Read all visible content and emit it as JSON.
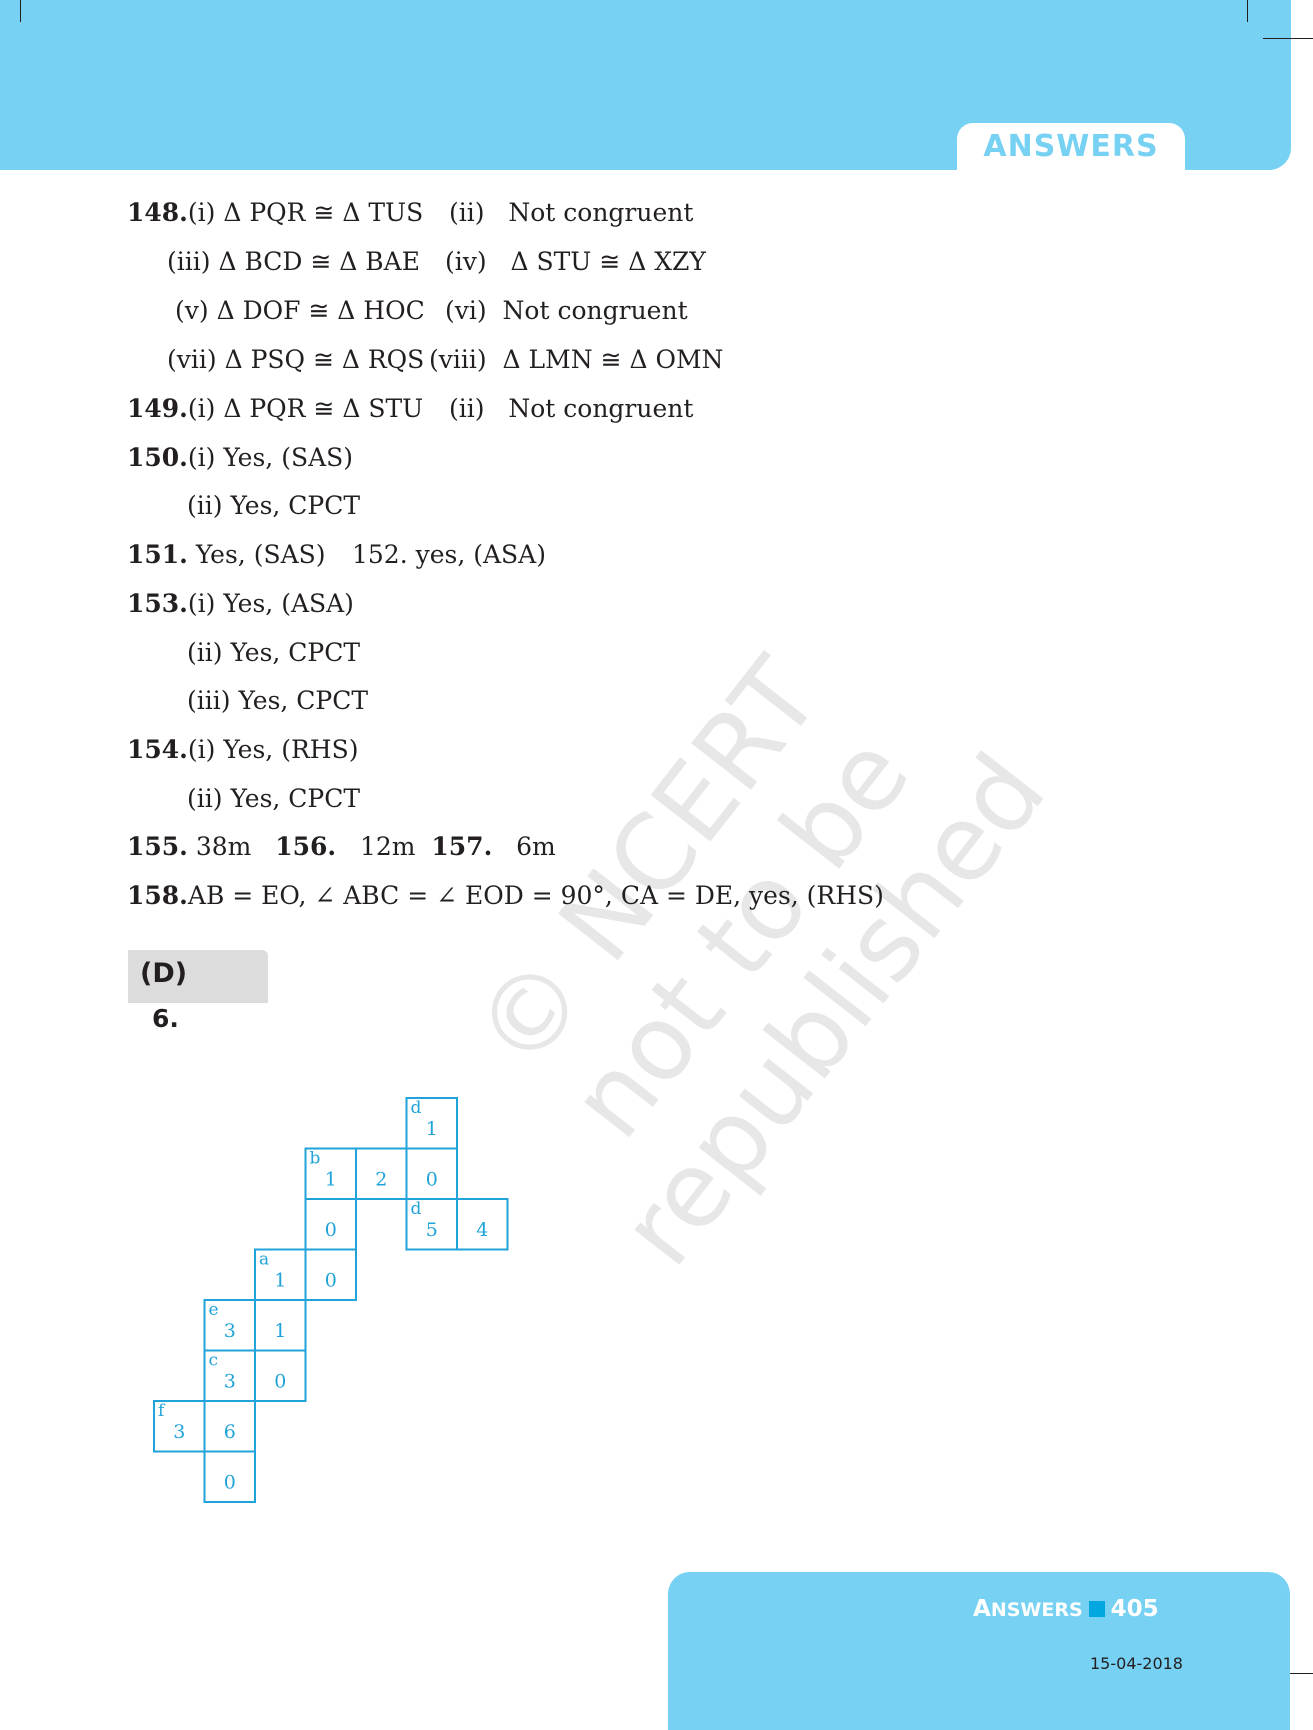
{
  "header": {
    "tab_label": "ANSWERS"
  },
  "answers": {
    "a148": {
      "num": "148.",
      "i": "(i) Δ PQR ≅ Δ TUS",
      "ii_label": "(ii)",
      "ii": "Not congruent",
      "iii": "(iii) Δ BCD ≅ Δ BAE",
      "iv_label": "(iv)",
      "iv": "Δ STU ≅ Δ XZY",
      "v": "(v) Δ DOF ≅ Δ HOC",
      "vi_label": "(vi)",
      "vi": "Not congruent",
      "vii": "(vii) Δ PSQ ≅ Δ RQS",
      "viii_label": "(viii)",
      "viii": "Δ LMN ≅ Δ OMN"
    },
    "a149": {
      "num": "149.",
      "i": "(i) Δ PQR ≅ Δ STU",
      "ii_label": "(ii)",
      "ii": "Not congruent"
    },
    "a150": {
      "num": "150.",
      "i": "(i) Yes,  (SAS)",
      "ii": "(ii) Yes, CPCT"
    },
    "a151": {
      "num": "151.",
      "text": "Yes, (SAS)",
      "extra": "152. yes, (ASA)"
    },
    "a153": {
      "num": "153.",
      "i": "(i) Yes, (ASA)",
      "ii": "(ii) Yes, CPCT",
      "iii": "(iii) Yes, CPCT"
    },
    "a154": {
      "num": "154.",
      "i": "(i) Yes, (RHS)",
      "ii": "(ii) Yes, CPCT"
    },
    "a155": {
      "num": "155.",
      "text": "38m",
      "num2": "156.",
      "text2": "12m",
      "num3": "157.",
      "text3": "6m"
    },
    "a158": {
      "num": "158.",
      "text": "AB = EO,  ∠ ABC = ∠ EOD = 90°, CA = DE, yes, (RHS)"
    }
  },
  "section": {
    "label": "(D)",
    "question": "6."
  },
  "crossword": {
    "color": "#1fa3d8",
    "cells": [
      {
        "row": 0,
        "col": 5,
        "clue": "d",
        "digit": "1"
      },
      {
        "row": 1,
        "col": 3,
        "clue": "b",
        "digit": "1"
      },
      {
        "row": 1,
        "col": 4,
        "clue": "",
        "digit": "2"
      },
      {
        "row": 1,
        "col": 5,
        "clue": "",
        "digit": "0"
      },
      {
        "row": 2,
        "col": 3,
        "clue": "",
        "digit": "0"
      },
      {
        "row": 2,
        "col": 5,
        "clue": "d",
        "digit": "5"
      },
      {
        "row": 2,
        "col": 6,
        "clue": "",
        "digit": "4"
      },
      {
        "row": 3,
        "col": 2,
        "clue": "a",
        "digit": "1"
      },
      {
        "row": 3,
        "col": 3,
        "clue": "",
        "digit": "0"
      },
      {
        "row": 4,
        "col": 1,
        "clue": "e",
        "digit": "3"
      },
      {
        "row": 4,
        "col": 2,
        "clue": "",
        "digit": "1"
      },
      {
        "row": 5,
        "col": 1,
        "clue": "c",
        "digit": "3"
      },
      {
        "row": 5,
        "col": 2,
        "clue": "",
        "digit": "0"
      },
      {
        "row": 6,
        "col": 0,
        "clue": "f",
        "digit": "3"
      },
      {
        "row": 6,
        "col": 1,
        "clue": "",
        "digit": "6"
      },
      {
        "row": 7,
        "col": 1,
        "clue": "",
        "digit": "0"
      }
    ]
  },
  "watermark": {
    "line1": "© NCERT",
    "line2": "not to be republished"
  },
  "footer": {
    "label_first": "A",
    "label_rest": "NSWERS",
    "page": "405",
    "date": "15-04-2018"
  },
  "colors": {
    "accent": "#76d1f2",
    "footer_square": "#00a7e1"
  }
}
